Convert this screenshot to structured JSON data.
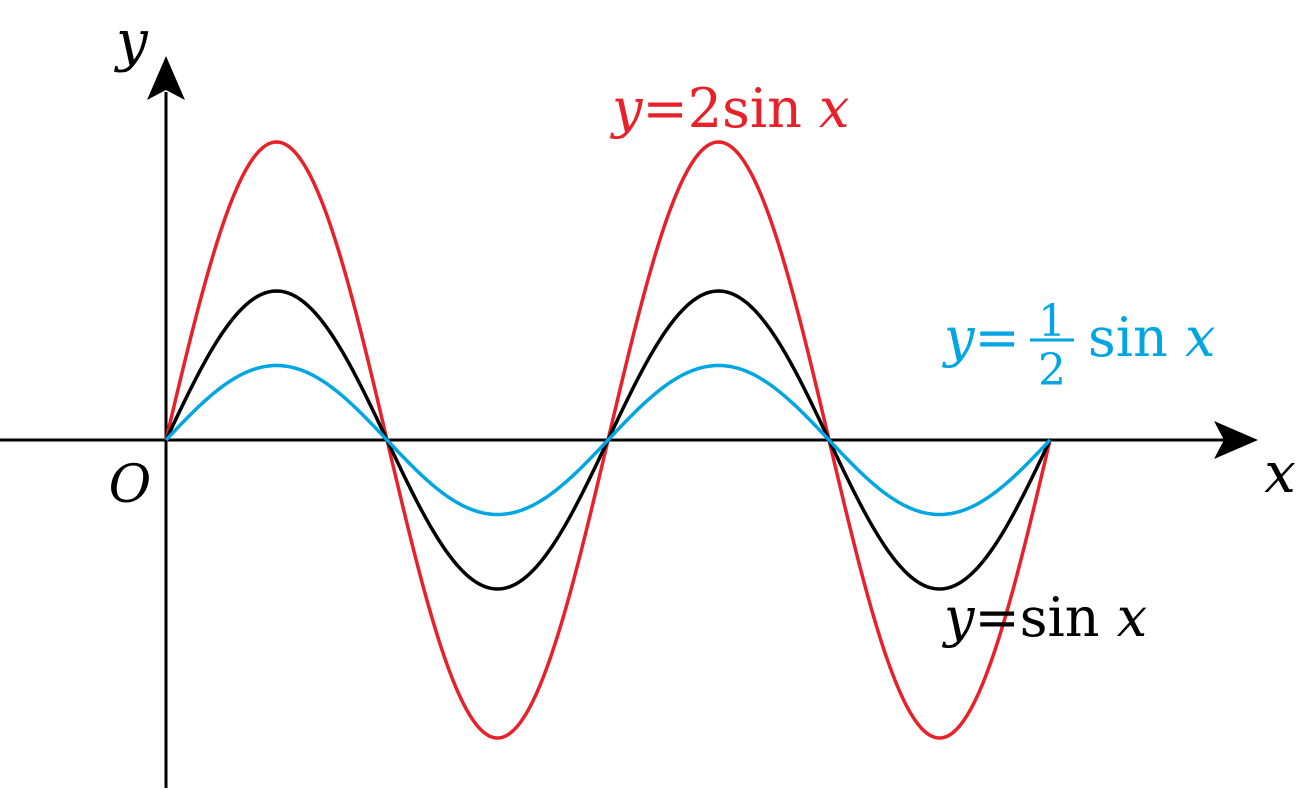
{
  "chart_data": {
    "type": "line",
    "title": "",
    "xlabel": "x",
    "ylabel": "y",
    "origin_label": "O",
    "xlim": [
      0,
      12.566
    ],
    "ylim": [
      -2,
      2
    ],
    "grid": false,
    "series": [
      {
        "name": "y=2sin x",
        "amplitude": 2,
        "color": "#e8202a",
        "label": {
          "y": "y",
          "eq": "=2sin ",
          "x": "x"
        }
      },
      {
        "name": "y=sin x",
        "amplitude": 1,
        "color": "#000000",
        "label": {
          "y": "y",
          "eq": "=sin ",
          "x": "x"
        }
      },
      {
        "name": "y=1/2 sin x",
        "amplitude": 0.5,
        "color": "#00a6e3",
        "label": {
          "y": "y",
          "eq": "=",
          "num": "1",
          "den": "2",
          "rest": "sin ",
          "x": "x"
        }
      }
    ]
  }
}
